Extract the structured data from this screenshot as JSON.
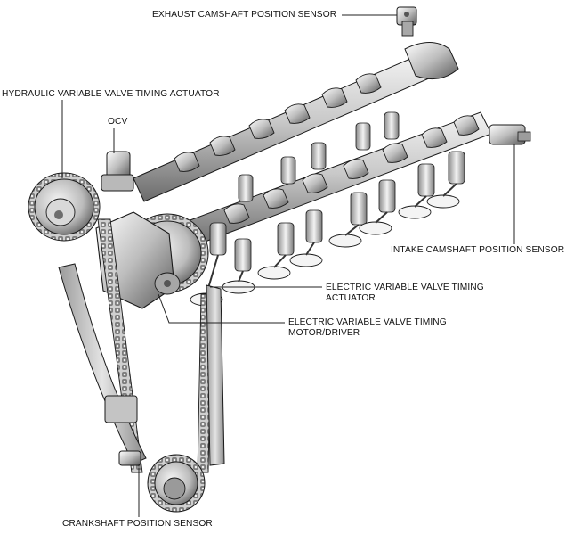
{
  "labels": {
    "exhaust_cam_sensor": "EXHAUST CAMSHAFT POSITION SENSOR",
    "hydraulic_vvt_actuator": "HYDRAULIC VARIABLE VALVE TIMING ACTUATOR",
    "ocv": "OCV",
    "intake_cam_sensor": "INTAKE CAMSHAFT POSITION SENSOR",
    "electric_vvt_actuator_line1": "ELECTRIC VARIABLE VALVE TIMING",
    "electric_vvt_actuator_line2": "ACTUATOR",
    "electric_vvt_motor_line1": "ELECTRIC VARIABLE VALVE TIMING",
    "electric_vvt_motor_line2": "MOTOR/DRIVER",
    "crankshaft_sensor": "CRANKSHAFT POSITION SENSOR"
  },
  "colors": {
    "background": "#ffffff",
    "leader_line": "#222222",
    "metal_light": "#e8e8e8",
    "metal_mid": "#b5b5b5",
    "metal_dark": "#5c5c5c",
    "outline": "#1a1a1a"
  }
}
